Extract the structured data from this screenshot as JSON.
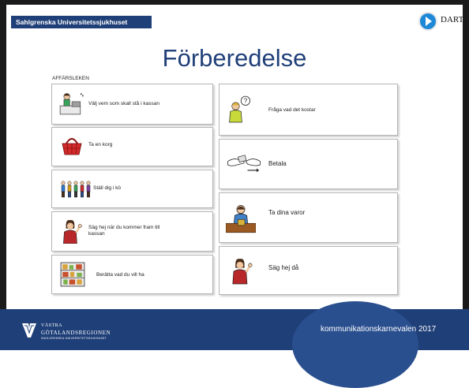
{
  "header": {
    "brand_label": "Sahlgrenska Universitetssjukhuset",
    "logo_text": "DART"
  },
  "slide": {
    "title": "Förberedelse",
    "section_label": "AFFÄRSLEKEN"
  },
  "cards_left": [
    {
      "label": "Välj vem som skall stå i kassan",
      "icon": "cashier-icon"
    },
    {
      "label": "Ta en korg",
      "icon": "basket-icon"
    },
    {
      "label": "Ställ dig i kö",
      "icon": "queue-icon"
    },
    {
      "label": "Säg hej när du kommer fram till kassan",
      "icon": "wave-hello-icon"
    },
    {
      "label": "Berätta vad du vill ha",
      "icon": "shelf-icon"
    }
  ],
  "cards_right": [
    {
      "label": "Fråga vad det kostar",
      "icon": "ask-price-icon"
    },
    {
      "label": "Betala",
      "icon": "pay-icon"
    },
    {
      "label": "Ta dina varor",
      "icon": "take-goods-icon"
    },
    {
      "label": "Säg hej då",
      "icon": "wave-goodbye-icon"
    }
  ],
  "footer": {
    "org_line1": "VÄSTRA",
    "org_line2": "GÖTALANDSREGIONEN",
    "org_line3": "SAHLGRENSKA UNIVERSITETSSJUKHUSET",
    "right_text": "kommunikationskarnevalen 2017"
  },
  "colors": {
    "brand_blue": "#1f3f78",
    "dart_blue": "#1e88d8",
    "card_border": "#b5b5b5"
  }
}
